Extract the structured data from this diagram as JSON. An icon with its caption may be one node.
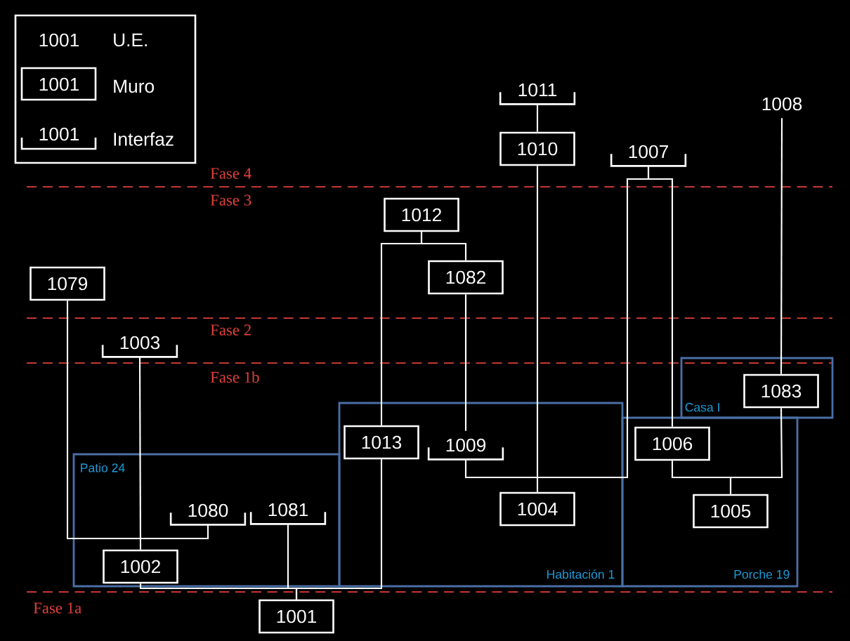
{
  "diagram": {
    "nodes": [
      {
        "text": [
          "1011"
        ]
      },
      {
        "text": [
          "1008"
        ]
      },
      {
        "text": [
          "1010"
        ]
      },
      {
        "text": [
          "1007"
        ]
      },
      {
        "text": [
          "1012"
        ]
      },
      {
        "text": [
          "1079"
        ]
      },
      {
        "text": [
          "1082"
        ]
      },
      {
        "text": [
          "1003"
        ]
      },
      {
        "text": [
          "Casa I"
        ]
      },
      {
        "text": [
          "1083"
        ],
        "in": 8
      },
      {
        "text": [
          "Habitación 1"
        ]
      },
      {
        "text": [
          "1013"
        ],
        "in": 10
      },
      {
        "text": [
          "1009"
        ],
        "in": 10
      },
      {
        "text": [
          "1004"
        ],
        "in": 10
      },
      {
        "text": [
          "Porche 19"
        ]
      },
      {
        "text": [
          "1006"
        ],
        "in": 14
      },
      {
        "text": [
          "1005"
        ],
        "in": 14
      },
      {
        "text": [
          "Patio 24"
        ]
      },
      {
        "text": [
          "1080"
        ],
        "in": 17
      },
      {
        "text": [
          "1081"
        ],
        "in": 17
      },
      {
        "text": [
          "1002"
        ],
        "in": 17
      },
      {
        "text": [
          "1001"
        ]
      }
    ],
    "edges": [
      {
        "from": 0,
        "to": 2,
        "arrow": "none"
      },
      {
        "from": 2,
        "to": 13,
        "arrow": "none"
      },
      {
        "from": 3,
        "to": 15,
        "arrow": "none"
      },
      {
        "from": 3,
        "to": 12,
        "arrow": "none"
      },
      {
        "from": 1,
        "to": 9,
        "arrow": "none"
      },
      {
        "from": 9,
        "to": 16,
        "arrow": "none"
      },
      {
        "from": 15,
        "to": 16,
        "arrow": "none"
      },
      {
        "from": 4,
        "to": 11,
        "arrow": "none"
      },
      {
        "from": 4,
        "to": 6,
        "arrow": "none"
      },
      {
        "from": 6,
        "to": 12,
        "arrow": "none"
      },
      {
        "from": 5,
        "to": 18,
        "arrow": "none"
      },
      {
        "from": 7,
        "to": 20,
        "arrow": "none"
      },
      {
        "from": 20,
        "to": 21,
        "arrow": "none"
      },
      {
        "from": 19,
        "to": 21,
        "arrow": "none"
      },
      {
        "from": 11,
        "to": 21,
        "arrow": "none"
      }
    ],
    "labels": [
      "1001",
      "1001",
      "1001",
      "Fase 4",
      "Fase 3",
      "Fase 2",
      "Fase 1b",
      "Fase 1a"
    ],
    "legend": [
      {
        "text": "U.E."
      },
      {
        "text": "Muro"
      },
      {
        "text": "Interfaz"
      }
    ]
  }
}
